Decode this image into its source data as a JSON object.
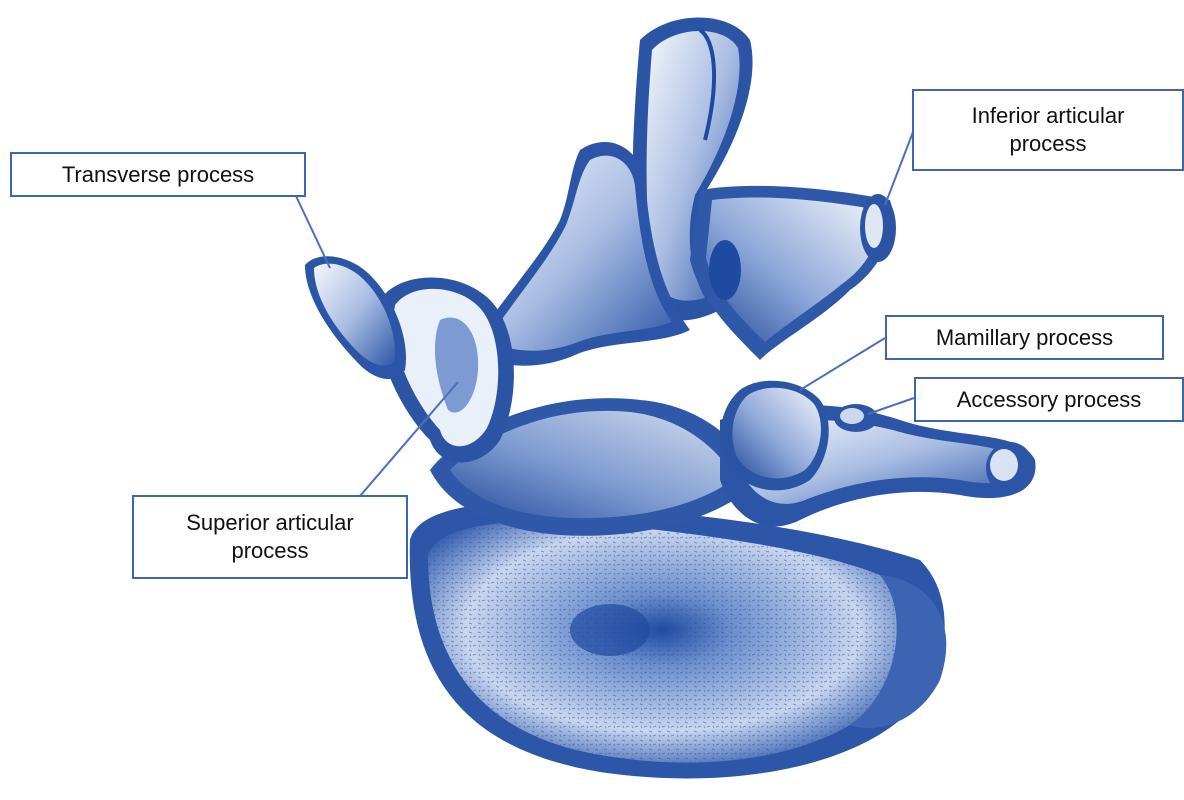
{
  "labels": {
    "transverse": "Transverse process",
    "inferior_line1": "Inferior articular",
    "inferior_line2": "process",
    "mamillary": "Mamillary process",
    "accessory": "Accessory process",
    "superior_line1": "Superior articular",
    "superior_line2": "process"
  },
  "colors": {
    "bone_ink": "#2f58a8",
    "bone_light": "#e9eff8",
    "box_border": "#3f64b0",
    "leader_line": "#4a6fbe"
  }
}
